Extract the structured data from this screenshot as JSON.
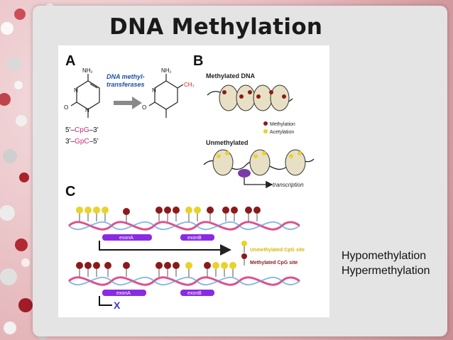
{
  "slide": {
    "title": "DNA Methylation",
    "side_labels": [
      "Hypomethylation",
      "Hypermethylation"
    ]
  },
  "figure": {
    "panel_a": {
      "letter": "A",
      "nh2_left": "NH₂",
      "nh2_right": "NH₂",
      "enzyme": [
        "DNA methyl-",
        "transferases"
      ],
      "ch3": "CH₃",
      "atom_n": "N",
      "atom_o": "O",
      "strand_top": [
        "5'–",
        "CpG",
        "–3'"
      ],
      "strand_bottom": [
        "3'–",
        "GpC",
        "–5'"
      ]
    },
    "panel_b": {
      "letter": "B",
      "methylated_label": "Methylated DNA",
      "unmethylated_label": "Unmethylated",
      "legend_methylation": "Methylation",
      "legend_acetylation": "Acetylation",
      "transcription": "transcription"
    },
    "panel_c": {
      "letter": "C",
      "exon_a": "exonA",
      "exon_b": "exonB",
      "legend_unmethylated": "Unmethylated CpG site",
      "legend_methylated": "Methylated CpG site",
      "block_mark": "X"
    },
    "colors": {
      "methyl": "#8b1a1a",
      "unmethyl": "#e8d32a",
      "exon": "#8a2be2",
      "dna_strand": "#e0508a",
      "arrow": "#555555"
    }
  }
}
